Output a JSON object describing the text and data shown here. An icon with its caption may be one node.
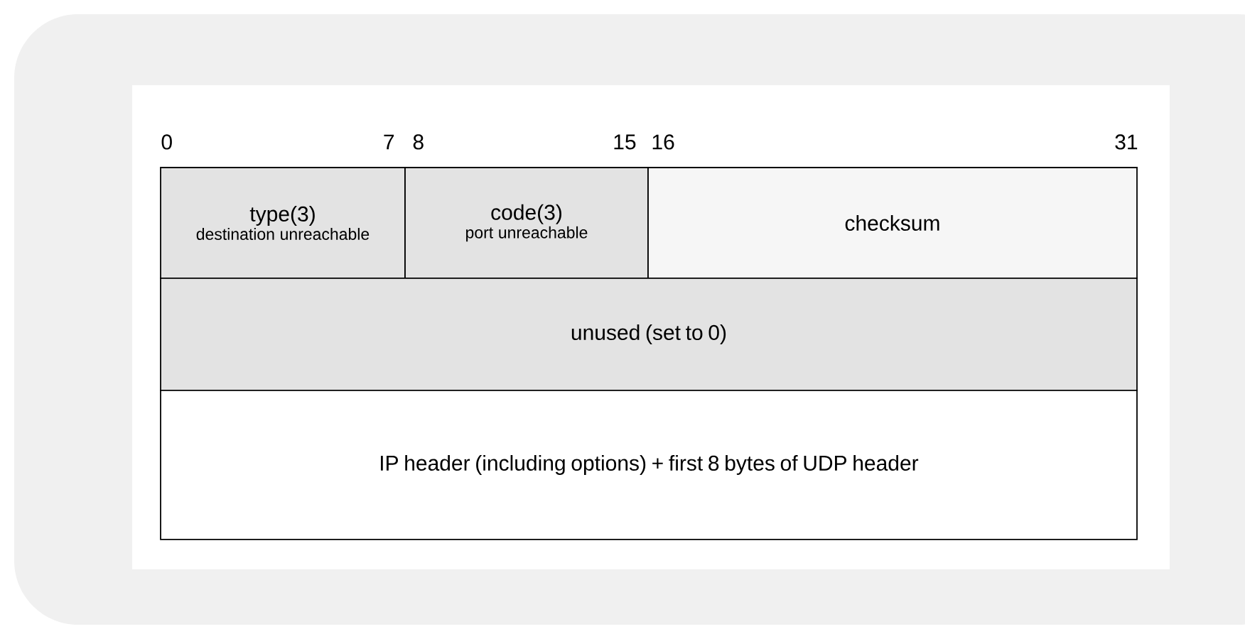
{
  "diagram": {
    "nodes": [
      {
        "text": [
          "type(3)",
          "destination unreachable"
        ]
      },
      {
        "text": [
          "code(3)",
          "port unreachable"
        ]
      },
      {
        "text": [
          "checksum"
        ]
      },
      {
        "text": [
          "unused (set to 0)"
        ]
      },
      {
        "text": [
          "IP header (including options) + first 8 bytes of UDP header"
        ]
      }
    ],
    "labels": [
      "0",
      "7",
      "8",
      "15",
      "16",
      "31"
    ]
  }
}
